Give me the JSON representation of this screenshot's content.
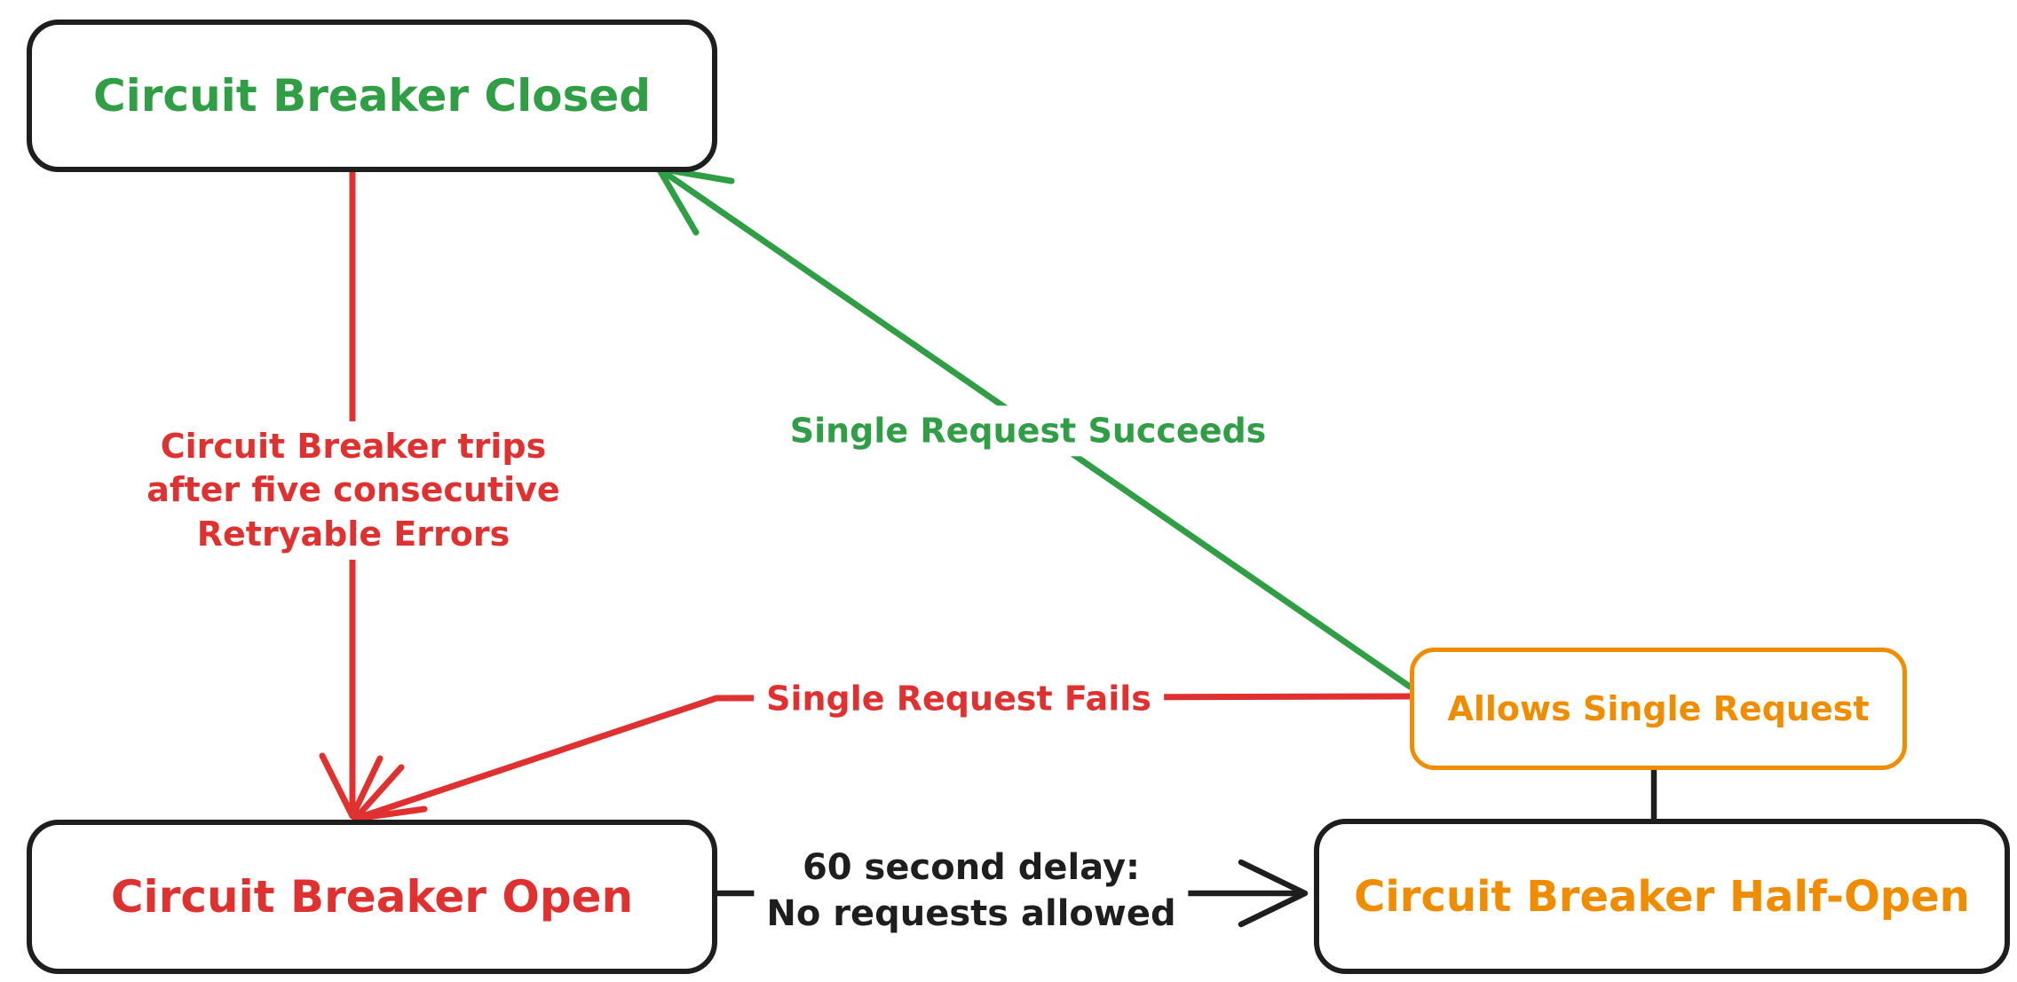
{
  "colors": {
    "green": "#2f9e44",
    "red": "#e03131",
    "orange": "#f08c00",
    "black": "#1e1e1e",
    "background": "#ffffff"
  },
  "nodes": {
    "closed": {
      "label": "Circuit Breaker Closed"
    },
    "open": {
      "label": "Circuit Breaker Open"
    },
    "half_open": {
      "label": "Circuit Breaker Half-Open"
    },
    "allows_single_request": {
      "label": "Allows Single Request"
    }
  },
  "edges": {
    "trips": {
      "from": "closed",
      "to": "open",
      "lines": [
        "Circuit Breaker trips",
        "after five consecutive",
        "Retryable Errors"
      ]
    },
    "succeeds": {
      "from": "allows_single_request",
      "to": "closed",
      "label": "Single Request Succeeds"
    },
    "fails": {
      "from": "allows_single_request",
      "to": "open",
      "label": "Single Request Fails"
    },
    "delay": {
      "from": "open",
      "to": "half_open",
      "lines": [
        "60 second delay:",
        "No requests allowed"
      ]
    },
    "half_open_link": {
      "from": "allows_single_request",
      "to": "half_open",
      "label": ""
    }
  }
}
